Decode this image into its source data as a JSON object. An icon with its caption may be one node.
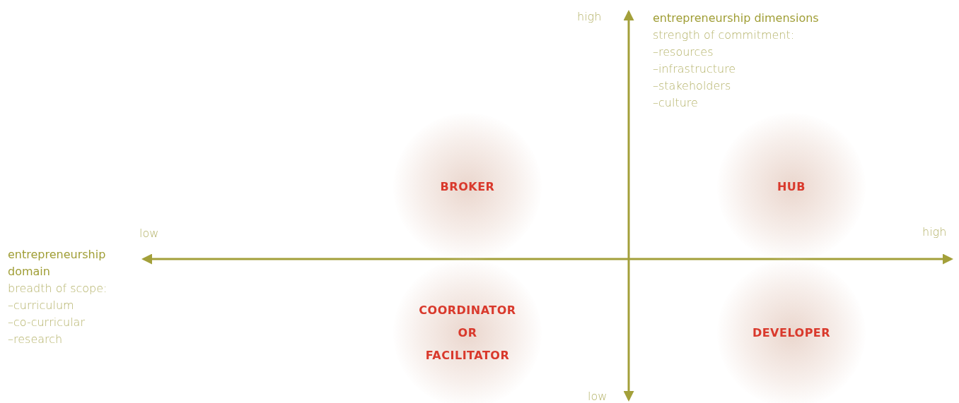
{
  "diagram": {
    "nodes": [
      {
        "text": [
          "BROKER"
        ]
      },
      {
        "text": [
          "HUB"
        ]
      },
      {
        "text": [
          "COORDINATOR OR FACILITATOR"
        ]
      },
      {
        "text": [
          "DEVELOPER"
        ]
      }
    ],
    "labels": [
      "high",
      "entrepreneurship dimensions",
      "strength of commitment:",
      "–resources",
      "–infrastructure",
      "–stakeholders",
      "–culture",
      "low",
      "high",
      "entrepreneurship domain",
      "breadth of scope:",
      "–curriculum",
      "–co-curricular",
      "–research",
      "low"
    ]
  }
}
